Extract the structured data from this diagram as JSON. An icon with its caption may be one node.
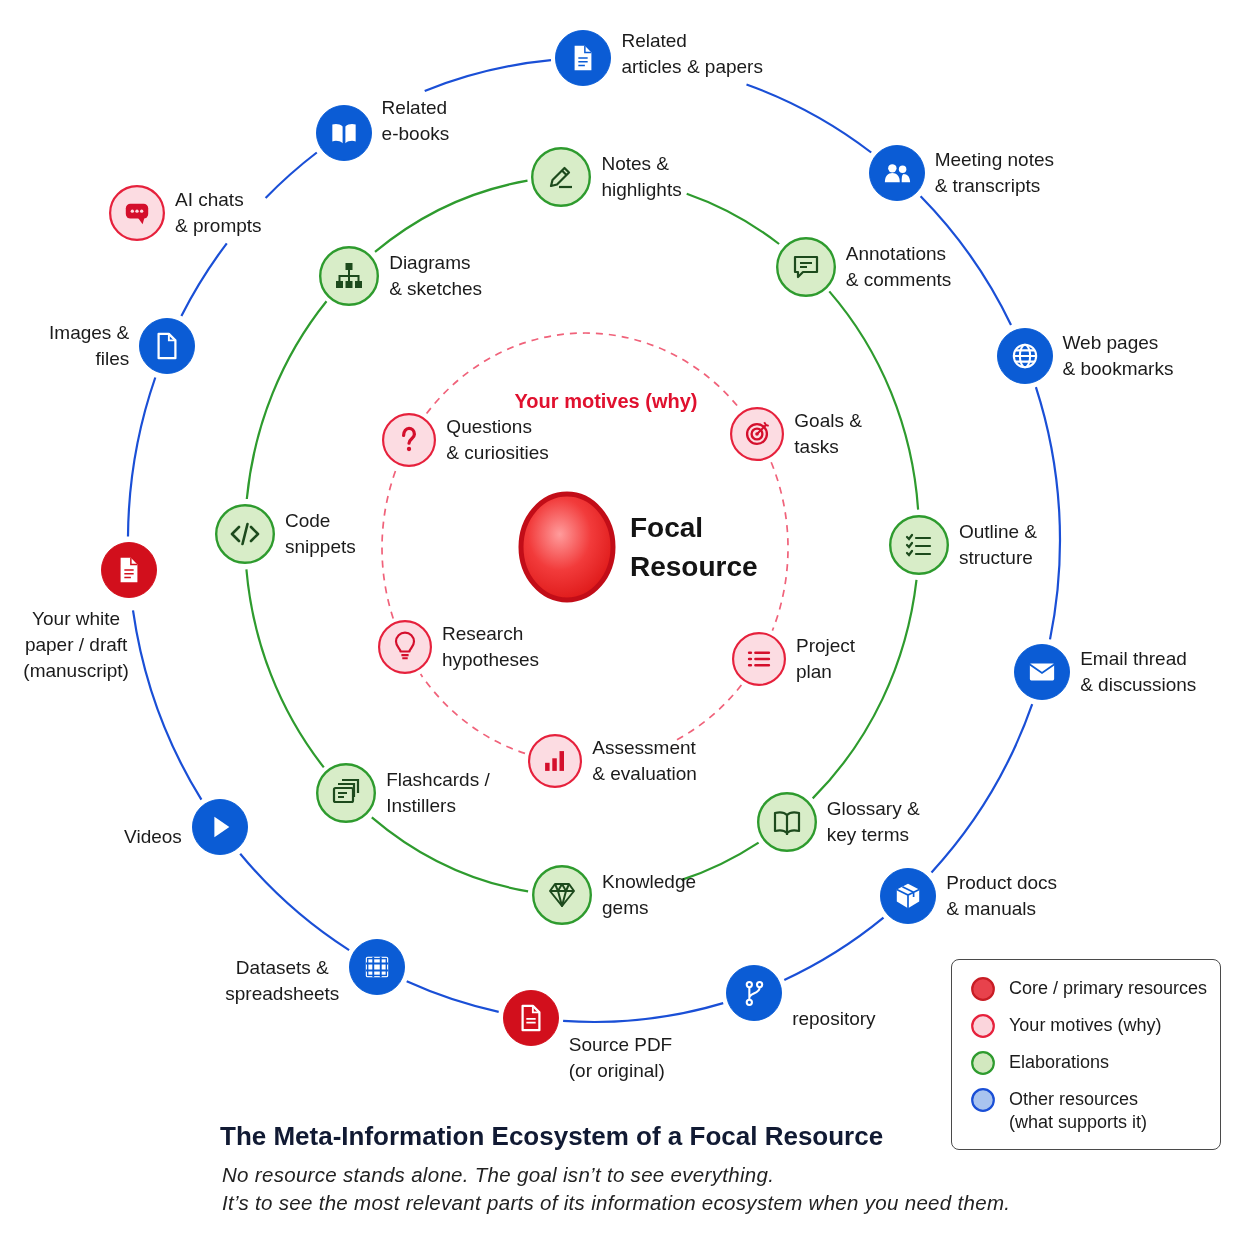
{
  "diagram": {
    "title": "The Meta-Information Ecosystem of a Focal Resource",
    "caption": "No resource stands alone. The goal isn’t to see everything. It’s to see the most relevant parts of its information ecosystem when you need them.",
    "nodes": [
      {
        "text": [
          "Focal Resource"
        ]
      },
      {
        "text": [
          "Questions & curiosities"
        ]
      },
      {
        "text": [
          "Goals & tasks"
        ]
      },
      {
        "text": [
          "Project plan"
        ]
      },
      {
        "text": [
          "Assessment & evaluation"
        ]
      },
      {
        "text": [
          "Research hypotheses"
        ]
      },
      {
        "text": [
          "Notes & highlights"
        ]
      },
      {
        "text": [
          "Annotations & comments"
        ]
      },
      {
        "text": [
          "Outline & structure"
        ]
      },
      {
        "text": [
          "Glossary & key terms"
        ]
      },
      {
        "text": [
          "Knowledge gems"
        ]
      },
      {
        "text": [
          "Flashcards / Instillers"
        ]
      },
      {
        "text": [
          "Code snippets"
        ]
      },
      {
        "text": [
          "Diagrams & sketches"
        ]
      },
      {
        "text": [
          "Related articles & papers"
        ]
      },
      {
        "text": [
          "Meeting notes & transcripts"
        ]
      },
      {
        "text": [
          "Web pages & bookmarks"
        ]
      },
      {
        "text": [
          "Email thread & discussions"
        ]
      },
      {
        "text": [
          "Product docs & manuals"
        ]
      },
      {
        "text": [
          "repository"
        ]
      },
      {
        "text": [
          "Source PDF (or original)"
        ]
      },
      {
        "text": [
          "Datasets & spreadsheets"
        ]
      },
      {
        "text": [
          "Videos"
        ]
      },
      {
        "text": [
          "Your white paper / draft (manuscript)"
        ]
      },
      {
        "text": [
          "Images & files"
        ]
      },
      {
        "text": [
          "AI chats & prompts"
        ]
      },
      {
        "text": [
          "Related e-books"
        ]
      }
    ],
    "edges": [
      {
        "from": 1,
        "to": 2,
        "arrow": "none",
        "style": "dashed",
        "color": "#f0627a"
      },
      {
        "from": 2,
        "to": 3,
        "arrow": "none",
        "style": "dashed",
        "color": "#f0627a"
      },
      {
        "from": 3,
        "to": 4,
        "arrow": "none",
        "style": "dashed",
        "color": "#f0627a"
      },
      {
        "from": 4,
        "to": 5,
        "arrow": "none",
        "style": "dashed",
        "color": "#f0627a"
      },
      {
        "from": 5,
        "to": 1,
        "arrow": "none",
        "style": "dashed",
        "color": "#f0627a"
      },
      {
        "from": 6,
        "to": 7,
        "arrow": "none",
        "color": "#2e9b2e"
      },
      {
        "from": 7,
        "to": 8,
        "arrow": "none",
        "color": "#2e9b2e"
      },
      {
        "from": 8,
        "to": 9,
        "arrow": "none",
        "color": "#2e9b2e"
      },
      {
        "from": 9,
        "to": 10,
        "arrow": "none",
        "color": "#2e9b2e"
      },
      {
        "from": 10,
        "to": 11,
        "arrow": "none",
        "color": "#2e9b2e"
      },
      {
        "from": 11,
        "to": 12,
        "arrow": "none",
        "color": "#2e9b2e"
      },
      {
        "from": 12,
        "to": 13,
        "arrow": "none",
        "color": "#2e9b2e"
      },
      {
        "from": 13,
        "to": 6,
        "arrow": "none",
        "color": "#2e9b2e"
      },
      {
        "from": 14,
        "to": 15,
        "arrow": "none"
      },
      {
        "from": 15,
        "to": 16,
        "arrow": "none"
      },
      {
        "from": 16,
        "to": 17,
        "arrow": "none"
      },
      {
        "from": 17,
        "to": 18,
        "arrow": "none"
      },
      {
        "from": 18,
        "to": 19,
        "arrow": "none"
      },
      {
        "from": 19,
        "to": 20,
        "arrow": "none"
      },
      {
        "from": 20,
        "to": 21,
        "arrow": "none"
      },
      {
        "from": 21,
        "to": 22,
        "arrow": "none"
      },
      {
        "from": 22,
        "to": 23,
        "arrow": "none"
      },
      {
        "from": 23,
        "to": 24,
        "arrow": "none"
      },
      {
        "from": 24,
        "to": 25,
        "arrow": "none"
      },
      {
        "from": 25,
        "to": 26,
        "arrow": "none"
      },
      {
        "from": 26,
        "to": 14,
        "arrow": "none"
      }
    ],
    "labels": [
      "Your motives (why)"
    ],
    "legend": [
      {
        "text": "Core / primary resources",
        "color": "#e8424c"
      },
      {
        "text": "Your motives (why)",
        "color": "#fbd5dc"
      },
      {
        "text": "Elaborations",
        "color": "#d2e8bf"
      },
      {
        "text": "Other resources (what supports it)",
        "color": "#a9c4ef"
      }
    ]
  }
}
